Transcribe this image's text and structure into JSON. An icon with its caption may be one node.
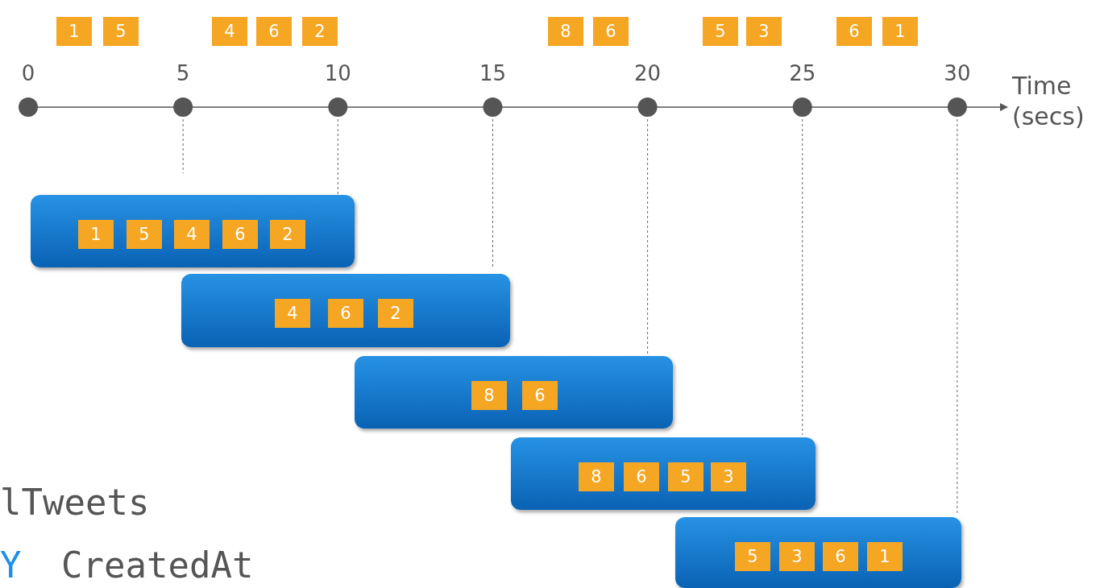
{
  "diagram": {
    "nodes": [
      {
        "text": [
          "1"
        ]
      },
      {
        "text": [
          "5"
        ]
      },
      {
        "text": [
          "4"
        ]
      },
      {
        "text": [
          "6"
        ]
      },
      {
        "text": [
          "2"
        ]
      },
      {
        "text": [
          "8"
        ]
      },
      {
        "text": [
          "6"
        ]
      },
      {
        "text": [
          "5"
        ]
      },
      {
        "text": [
          "3"
        ]
      },
      {
        "text": [
          "6"
        ]
      },
      {
        "text": [
          "1"
        ]
      },
      {
        "text": [],
        "shape": "bar"
      },
      {
        "text": [
          "1"
        ],
        "in": 11
      },
      {
        "text": [
          "5"
        ],
        "in": 11
      },
      {
        "text": [
          "4"
        ],
        "in": 11
      },
      {
        "text": [
          "6"
        ],
        "in": 11
      },
      {
        "text": [
          "2"
        ],
        "in": 11
      },
      {
        "text": [],
        "shape": "bar"
      },
      {
        "text": [
          "4"
        ],
        "in": 17
      },
      {
        "text": [
          "6"
        ],
        "in": 17
      },
      {
        "text": [
          "2"
        ],
        "in": 17
      },
      {
        "text": [],
        "shape": "bar"
      },
      {
        "text": [
          "8"
        ],
        "in": 21
      },
      {
        "text": [
          "6"
        ],
        "in": 21
      },
      {
        "text": [],
        "shape": "bar"
      },
      {
        "text": [
          "8"
        ],
        "in": 24
      },
      {
        "text": [
          "6"
        ],
        "in": 24
      },
      {
        "text": [
          "5"
        ],
        "in": 24
      },
      {
        "text": [
          "3"
        ],
        "in": 24
      },
      {
        "text": [],
        "shape": "bar"
      },
      {
        "text": [
          "5"
        ],
        "in": 29
      },
      {
        "text": [
          "3"
        ],
        "in": 29
      },
      {
        "text": [
          "6"
        ],
        "in": 29
      },
      {
        "text": [
          "1"
        ],
        "in": 29
      }
    ],
    "edges": [],
    "labels": [
      "0",
      "5",
      "10",
      "15",
      "20",
      "25",
      "30",
      "Time (secs)",
      "lTweets",
      "Y",
      "CreatedAt"
    ]
  }
}
